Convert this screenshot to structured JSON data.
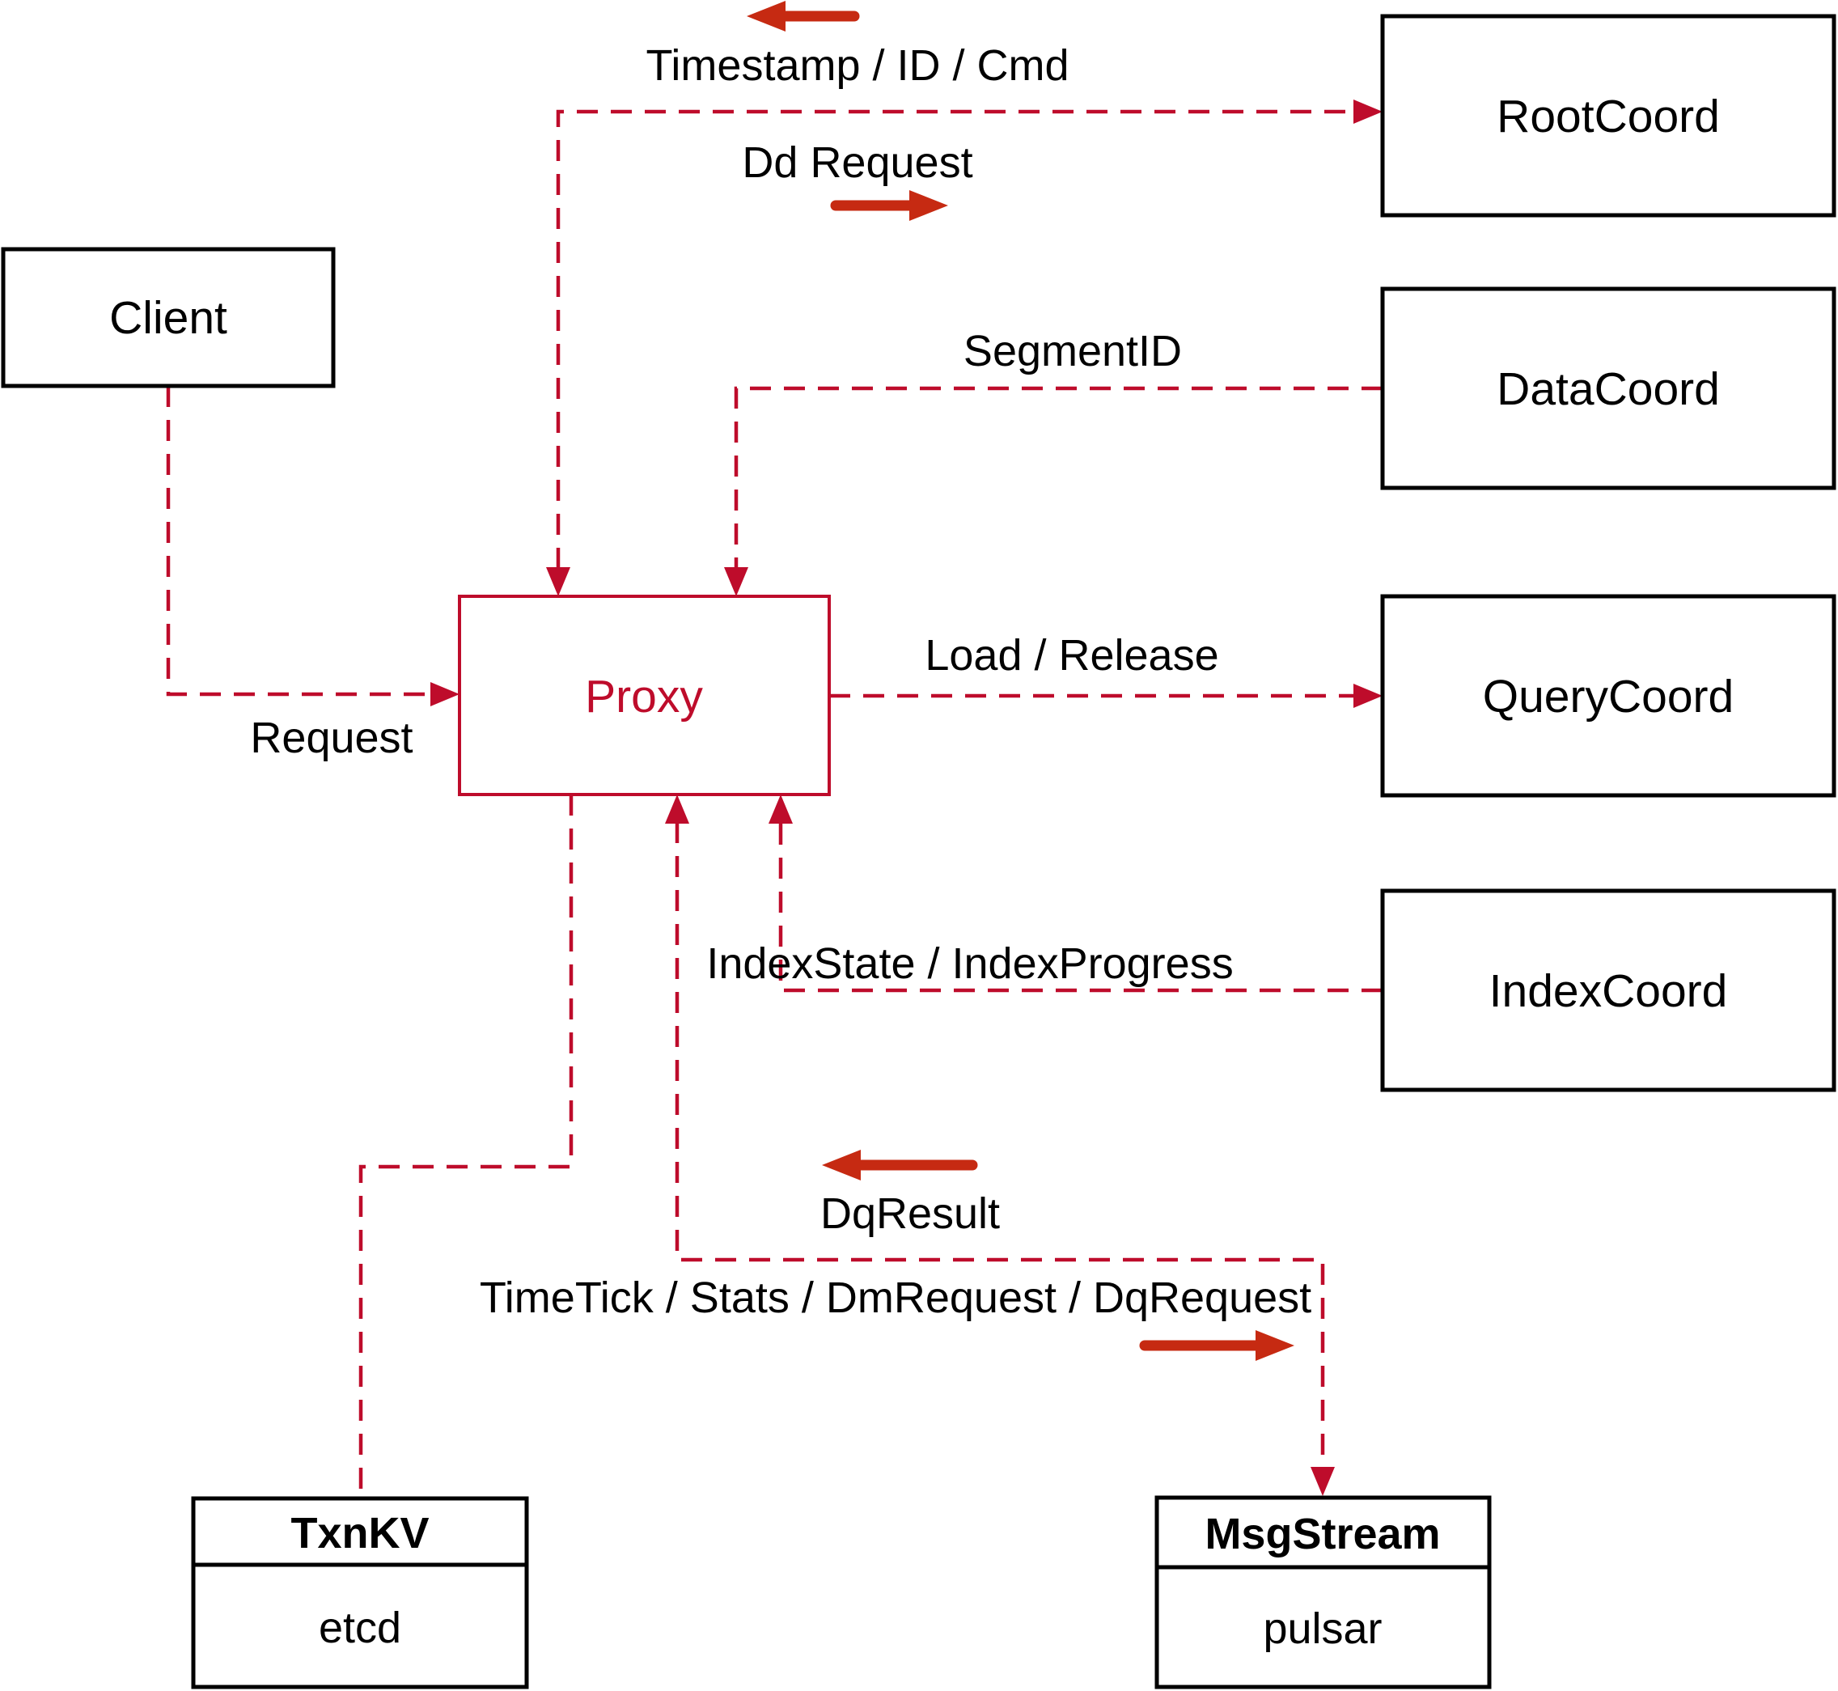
{
  "nodes": {
    "client": {
      "label": "Client"
    },
    "proxy": {
      "label": "Proxy"
    },
    "rootcoord": {
      "label": "RootCoord"
    },
    "datacoord": {
      "label": "DataCoord"
    },
    "querycoord": {
      "label": "QueryCoord"
    },
    "indexcoord": {
      "label": "IndexCoord"
    },
    "txnkv": {
      "title": "TxnKV",
      "subtitle": "etcd"
    },
    "msgstream": {
      "title": "MsgStream",
      "subtitle": "pulsar"
    }
  },
  "edge_labels": {
    "timestamp": "Timestamp / ID / Cmd",
    "dd_request": "Dd Request",
    "segment_id": "SegmentID",
    "load_release": "Load / Release",
    "request": "Request",
    "index_state": "IndexState / IndexProgress",
    "dq_result": "DqResult",
    "timetick": "TimeTick / Stats / DmRequest / DqRequest"
  },
  "colors": {
    "background": "#ffffff",
    "black": "#000000",
    "line_red": "#be0c2b",
    "arrow_red": "#c62a12"
  }
}
